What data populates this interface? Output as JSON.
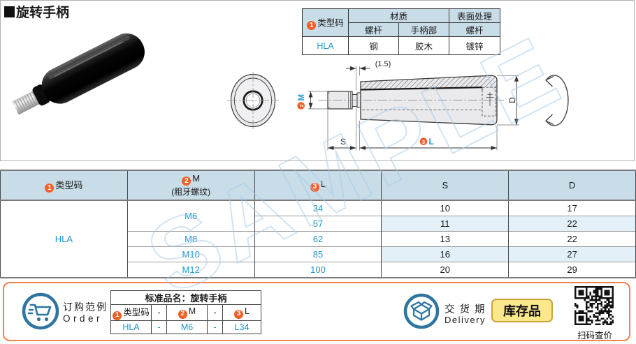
{
  "title": {
    "text": "旋转手柄"
  },
  "watermark": "SAMPLE",
  "spec_table": {
    "type_code_badge": "1",
    "type_code_label": "类型码",
    "material_label": "材质",
    "surface_label": "表面处理",
    "sub_screw": "螺杆",
    "sub_handle": "手柄部",
    "sub_screw2": "螺杆",
    "row": {
      "code": "HLA",
      "screw": "钢",
      "handle": "胶木",
      "surface": "镀锌"
    }
  },
  "drawing": {
    "gap": "(1.5)",
    "m_badge": "2",
    "m": "M",
    "s": "S",
    "l_badge": "3",
    "l": "L",
    "d": "D"
  },
  "main_table": {
    "h_code_badge": "1",
    "h_code": "类型码",
    "h_m_badge": "2",
    "h_m": "M",
    "h_m_sub": "(粗牙螺纹)",
    "h_l_badge": "3",
    "h_l": "L",
    "h_s": "S",
    "h_d": "D",
    "code": "HLA",
    "rows": [
      {
        "m": "M6",
        "l": "34",
        "s": "10",
        "d": "17"
      },
      {
        "l": "57",
        "s": "11",
        "d": "22"
      },
      {
        "m": "M8",
        "l": "62",
        "s": "13",
        "d": "22"
      },
      {
        "m": "M10",
        "l": "85",
        "s": "16",
        "d": "27"
      },
      {
        "m": "M12",
        "l": "100",
        "s": "20",
        "d": "29"
      }
    ]
  },
  "order": {
    "cn": "订购范例",
    "en": "Order",
    "table_title": "标准品名：旋转手柄",
    "c1_badge": "1",
    "c1": "类型码",
    "d1": "-",
    "c2_badge": "2",
    "c2": "M",
    "d2": "-",
    "c3_badge": "3",
    "c3": "L",
    "v1": "HLA",
    "vd1": "-",
    "v2": "M6",
    "vd2": "-",
    "v3": "L34"
  },
  "delivery": {
    "cn": "交货期",
    "en": "Delivery",
    "stock_badge": "库存品",
    "qr_caption": "扫码查价"
  }
}
